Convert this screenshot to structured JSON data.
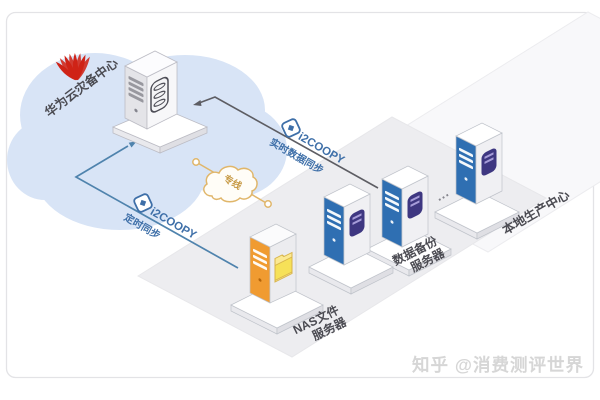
{
  "diagram": {
    "cloud_center": {
      "label": "华为云灾备中心"
    },
    "production_center": {
      "label": "本地生产中心"
    },
    "servers": {
      "nas_line1": "NAS文件",
      "nas_line2": "服务器",
      "backup_line1": "数据备份",
      "backup_line2": "服务器",
      "more_servers_ellipsis": "···"
    },
    "links": {
      "realtime": {
        "brand": "i2COOPY",
        "label": "实时数据同步"
      },
      "scheduled": {
        "brand": "i2COOPY",
        "label": "定时同步"
      },
      "dedicated": {
        "label": "专线"
      }
    },
    "watermark": "知乎 @消费测评世界"
  },
  "colors": {
    "huawei_red": "#cf2317",
    "cloud_blue": "#d8e4f6",
    "link_blue": "#4f83ad",
    "dark_line": "#5d5d63",
    "i2_blue": "#3e6fa8",
    "gold": "#e0b66a",
    "gold_text": "#c79a45",
    "server_blue": "#2f6fb2",
    "server_orange": "#f09b31",
    "disk_purple": "#3e3781",
    "folder_yellow": "#f6e158",
    "label_gray": "#4b4b52",
    "watermark_gray": "#d6d6d6"
  }
}
